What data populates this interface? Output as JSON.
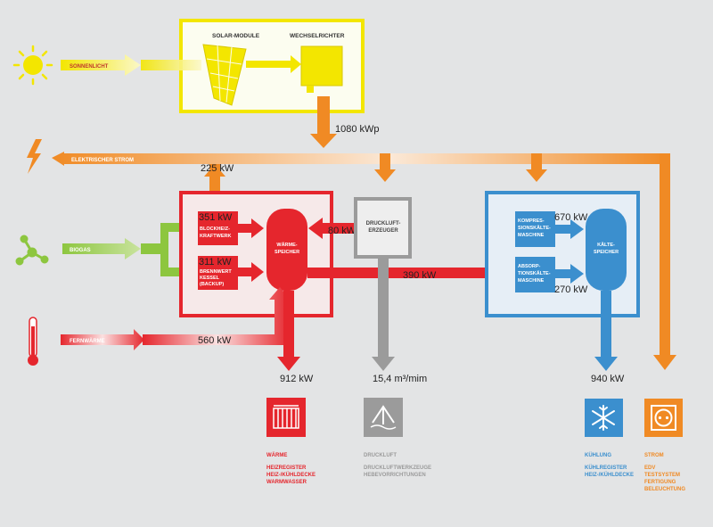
{
  "solar": {
    "module_label": "SOLAR-MODULE",
    "inverter_label": "WECHSELRICHTER",
    "sunlight_label": "SONNENLICHT",
    "output_kw": "1080 kWp"
  },
  "electric": {
    "label": "ELEKTRISCHER STROM",
    "chp_to_grid_kw": "225 kW"
  },
  "biogas": {
    "label": "BIOGAS"
  },
  "district_heat": {
    "label": "FERNWÄRME",
    "kw": "560 kW"
  },
  "heat_block": {
    "chp_kw": "351 kW",
    "chp_label_1": "BLOCKHEIZ-",
    "chp_label_2": "KRAFTWERK",
    "boiler_kw": "311 kW",
    "boiler_label_1": "BRENNWERT",
    "boiler_label_2": "KESSEL",
    "boiler_label_3": "(BACKUP)",
    "storage_label_1": "WÄRME-",
    "storage_label_2": "SPEICHER",
    "to_chiller_kw": "390 kW",
    "output_kw": "912 kW"
  },
  "air_block": {
    "label_1": "DRUCKLUFT-",
    "label_2": "ERZEUGER",
    "to_storage_kw": "80 kW",
    "output": "15,4 m³/mim"
  },
  "cold_block": {
    "comp_label_1": "KOMPRES-",
    "comp_label_2": "SIONSKÄLTE-",
    "comp_label_3": "MASCHINE",
    "comp_kw": "670 kW",
    "abs_label_1": "ABSORP-",
    "abs_label_2": "TIONSKÄLTE-",
    "abs_label_3": "MASCHINE",
    "abs_kw": "270 kW",
    "storage_label_1": "KÄLTE-",
    "storage_label_2": "SPEICHER",
    "output_kw": "940 kW"
  },
  "outputs": {
    "heat": {
      "title": "WÄRME",
      "line1": "HEIZREGISTER",
      "line2": "HEIZ-/KÜHLDECKE",
      "line3": "WARMWASSER"
    },
    "air": {
      "title": "DRUCKLUFT",
      "line1": "DRUCKLUFTWERKZEUGE",
      "line2": "HEBEVORRICHTUNGEN"
    },
    "cooling": {
      "title": "KÜHLUNG",
      "line1": "KÜHLREGISTER",
      "line2": "HEIZ-/KÜHLDECKE"
    },
    "power": {
      "title": "STROM",
      "line1": "EDV",
      "line2": "TESTSYSTEM",
      "line3": "FERTIGUNG",
      "line4": "BELEUCHTUNG"
    }
  },
  "colors": {
    "red": "#e5262d",
    "orange": "#f08a24",
    "yellow": "#f3e600",
    "green": "#8dc63f",
    "gray": "#9b9b9b",
    "blue": "#3b8fce"
  }
}
